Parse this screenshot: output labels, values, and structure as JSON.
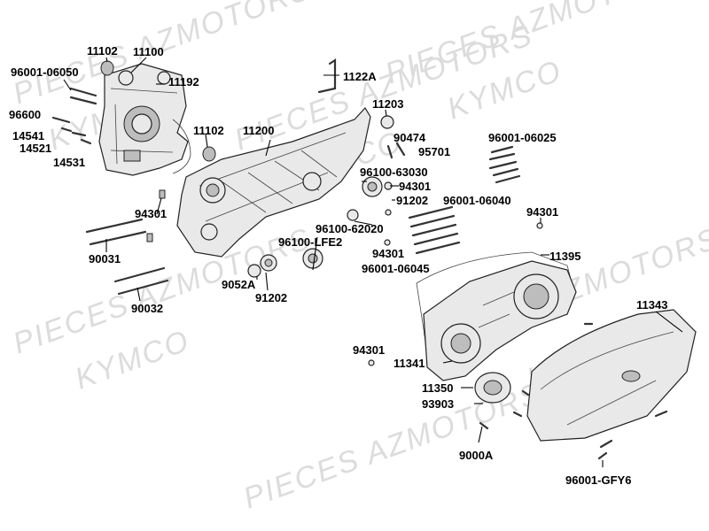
{
  "watermarks": [
    "PIECES AZMOTORS",
    "KYMCO"
  ],
  "labels": {
    "l11102a": "11102",
    "l11100": "11100",
    "l96001_06050": "96001-06050",
    "l11192": "11192",
    "l96600": "96600",
    "l14541": "14541",
    "l14521": "14521",
    "l14531": "14531",
    "l1122A": "1122A",
    "l11203": "11203",
    "l11102b": "11102",
    "l11200": "11200",
    "l90474": "90474",
    "l95701": "95701",
    "l96001_06025": "96001-06025",
    "l96100_63030": "96100-63030",
    "l94301a": "94301",
    "l94301b": "94301",
    "l91202a": "91202",
    "l96001_06040": "96001-06040",
    "l94301c": "94301",
    "l96100_62020": "96100-62020",
    "l96100_LFE2": "96100-LFE2",
    "l90031": "90031",
    "l94301d": "94301",
    "l96001_06045": "96001-06045",
    "l11395": "11395",
    "l9052A": "9052A",
    "l91202b": "91202",
    "l90032": "90032",
    "l11343": "11343",
    "l94301e": "94301",
    "l11341": "11341",
    "l11350": "11350",
    "l93903": "93903",
    "l9000A": "9000A",
    "l96001_GFY6": "96001-GFY6"
  }
}
